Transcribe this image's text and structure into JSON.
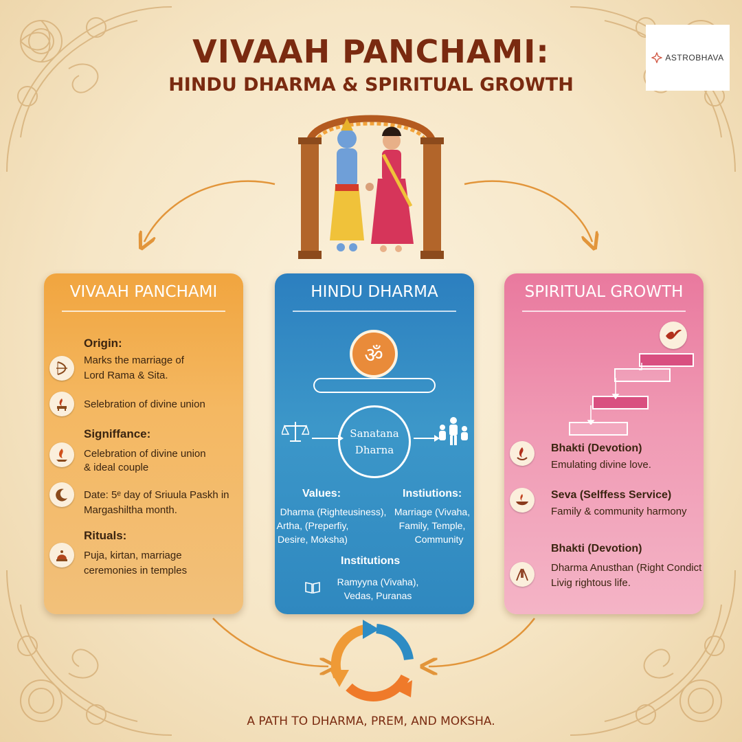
{
  "title": {
    "line1": "VIVAAH PANCHAMI:",
    "line2": "HINDU DHARMA & SPIRITUAL GROWTH"
  },
  "logo": {
    "text": "ASTROBHAVA",
    "icon": "star-logo-icon"
  },
  "colors": {
    "title": "#7a2a10",
    "orange_panel": "#f1a53f",
    "blue_panel": "#2c7fbf",
    "pink_panel": "#e9799e",
    "arrow": "#e2953a"
  },
  "panels": {
    "vivaah": {
      "title": "VIVAAH PANCHAMI",
      "origin_head": "Origin:",
      "origin_text1": "Marks the marriage of",
      "origin_text2": "Lord Rama & Sita.",
      "origin_icon": "bow-arrow-icon",
      "celebration_text": "Selebration of divine union",
      "celebration_icon": "fire-altar-icon",
      "significance_head": "Signiffance:",
      "significance_text1": "Celebration of divine union",
      "significance_text2": "& ideal couple",
      "significance_icon": "sacred-fire-icon",
      "date_text1": "Date: 5ᵉ day of Sriuula Paskh in",
      "date_text2": "Margashiltha month.",
      "date_icon": "crescent-moon-icon",
      "rituals_head": "Rituals:",
      "rituals_text1": "Puja, kirtan, marriage",
      "rituals_text2": "ceremonies in temples",
      "rituals_icon": "temple-bell-icon"
    },
    "dharma": {
      "title": "HINDU DHARMA",
      "om_symbol": "ॐ",
      "center1": "Sanatana",
      "center2": "Dharna",
      "values_head": "Values:",
      "values1": "Dharma (Righteusiness),",
      "values2": "Artha, (Preperfiy,",
      "values3": "Desire, Moksha)",
      "inst_head": "Instiutions:",
      "inst1": "Marriage (Vivaha,",
      "inst2": "Family, Temple,",
      "inst3": "Community",
      "inst2_head": "Institutions",
      "texts1": "Ramyyna (Vivaha),",
      "texts2": "Vedas, Puranas",
      "scales_icon": "scales-icon",
      "family_icon": "family-icon",
      "book_icon": "book-icon"
    },
    "growth": {
      "title": "SPIRITUAL GROWTH",
      "bird_icon": "bird-icon",
      "bhakti_head": "Bhakti (Devotion)",
      "bhakti_text": "Emulating divine love.",
      "bhakti_icon": "flame-icon",
      "seva_head": "Seva (Selffess Service)",
      "seva_text": "Family & community harmony",
      "seva_icon": "diya-lamp-icon",
      "bhakti2_head": "Bhakti (Devotion)",
      "bhakti2_text1": "Dharma Anusthan (Right Condict",
      "bhakti2_text2": "Livig rightous life.",
      "bhakti2_icon": "praying-hands-icon"
    }
  },
  "tagline": "A PATH TO DHARMA, PREM, AND MOKSHA."
}
